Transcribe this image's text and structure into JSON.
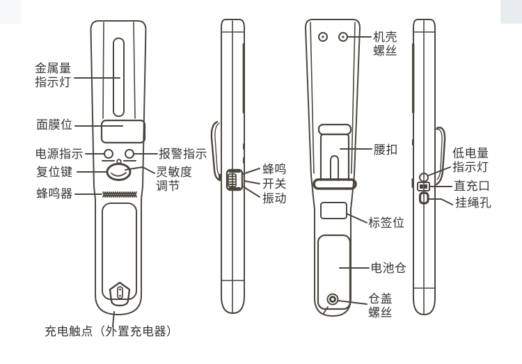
{
  "theme": {
    "background": "#ffffff",
    "line_color": "#4a453e",
    "text_color": "#343434",
    "corner_left": "#f7f8f9",
    "corner_right": "#e9edf0"
  },
  "labels": {
    "front": {
      "metal_indicator": "金属量\n指示灯",
      "membrane_area": "面膜位",
      "power_indicator": "电源指示",
      "reset_key": "复位键",
      "buzzer": "蜂鸣器",
      "alarm_indicator": "报警指示",
      "sensitivity_adjust": "灵敏度\n调节",
      "charging_contact": "充电触点（外置充电器）"
    },
    "left_side": {
      "buzz_mode": "蜂鸣",
      "switch": "开关",
      "vibrate_mode": "振动"
    },
    "back": {
      "case_screw": "机壳\n螺丝",
      "belt_clip": "腰扣",
      "label_slot": "标签位",
      "battery_compartment": "电池仓",
      "cover_screw": "仓盖\n螺丝"
    },
    "right_side": {
      "low_battery_indicator": "低电量\n指示灯",
      "charge_port": "直充口",
      "lanyard_hole": "挂绳孔"
    }
  }
}
